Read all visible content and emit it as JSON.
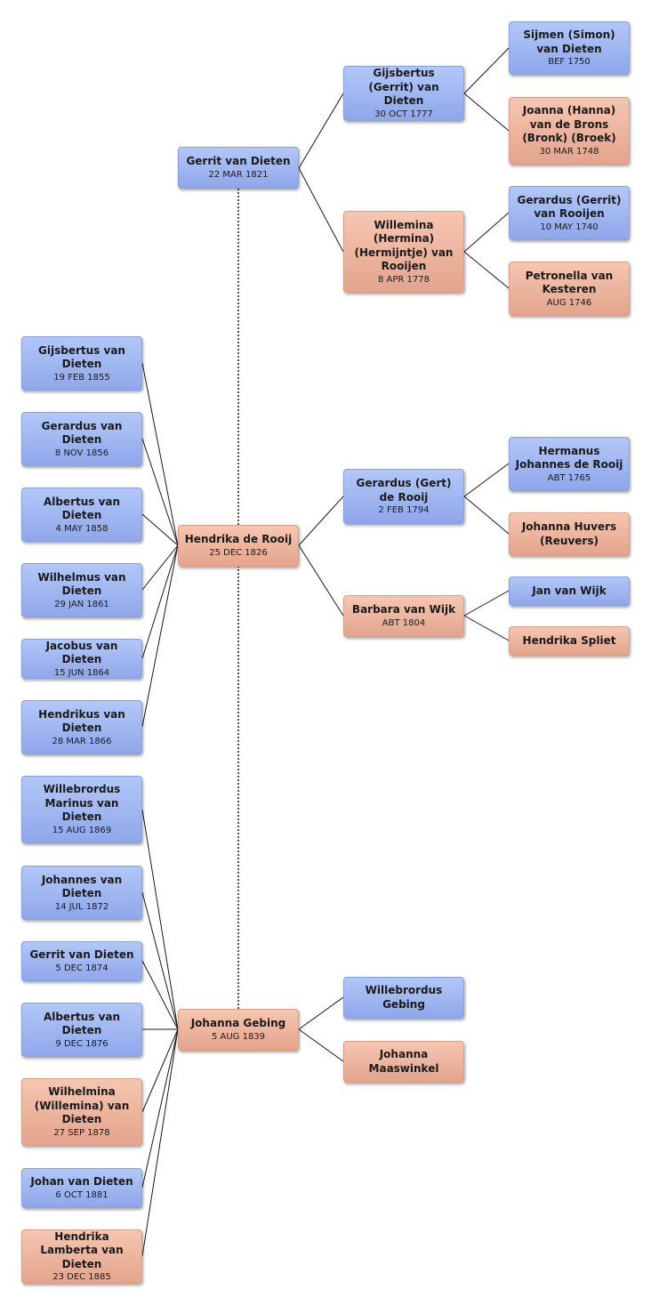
{
  "people": {
    "gerrit_1821": {
      "name": "Gerrit van Dieten",
      "date": "22 MAR 1821"
    },
    "gijsbertus_1777": {
      "name": "Gijsbertus (Gerrit) van Dieten",
      "date": "30 OCT 1777"
    },
    "sijmen": {
      "name": "Sijmen (Simon) van Dieten",
      "date": "BEF 1750"
    },
    "joanna_hanna": {
      "name": "Joanna (Hanna) van de Brons (Bronk) (Broek)",
      "date": "30 MAR 1748"
    },
    "willemina_1778": {
      "name": "Willemina (Hermina) (Hermijntje) van Rooijen",
      "date": "8 APR 1778"
    },
    "gerardus_1740": {
      "name": "Gerardus (Gerrit) van Rooijen",
      "date": "10 MAY 1740"
    },
    "petronella": {
      "name": "Petronella van Kesteren",
      "date": "AUG 1746"
    },
    "hendrika_1826": {
      "name": "Hendrika de Rooij",
      "date": "25 DEC 1826"
    },
    "gerardus_1794": {
      "name": "Gerardus (Gert) de Rooij",
      "date": "2 FEB 1794"
    },
    "hermanus": {
      "name": "Hermanus Johannes de Rooij",
      "date": "ABT 1765"
    },
    "johanna_huvers": {
      "name": "Johanna Huvers (Reuvers)",
      "date": ""
    },
    "barbara": {
      "name": "Barbara van Wijk",
      "date": "ABT 1804"
    },
    "jan_wijk": {
      "name": "Jan van Wijk",
      "date": ""
    },
    "hendrika_spliet": {
      "name": "Hendrika Spliet",
      "date": ""
    },
    "johanna_1839": {
      "name": "Johanna Gebing",
      "date": "5 AUG 1839"
    },
    "willebrordus_gebing": {
      "name": "Willebrordus Gebing",
      "date": ""
    },
    "johanna_maaswinkel": {
      "name": "Johanna Maaswinkel",
      "date": ""
    },
    "c_gijsbertus": {
      "name": "Gijsbertus van Dieten",
      "date": "19 FEB 1855"
    },
    "c_gerardus": {
      "name": "Gerardus van Dieten",
      "date": "8 NOV 1856"
    },
    "c_albertus1": {
      "name": "Albertus van Dieten",
      "date": "4 MAY 1858"
    },
    "c_wilhelmus": {
      "name": "Wilhelmus van Dieten",
      "date": "29 JAN 1861"
    },
    "c_jacobus": {
      "name": "Jacobus van Dieten",
      "date": "15 JUN 1864"
    },
    "c_hendrikus": {
      "name": "Hendrikus van Dieten",
      "date": "28 MAR 1866"
    },
    "c_willebrordus": {
      "name": "Willebrordus Marinus van Dieten",
      "date": "15 AUG 1869"
    },
    "c_johannes": {
      "name": "Johannes van Dieten",
      "date": "14 JUL 1872"
    },
    "c_gerrit": {
      "name": "Gerrit van Dieten",
      "date": "5 DEC 1874"
    },
    "c_albertus2": {
      "name": "Albertus van Dieten",
      "date": "9 DEC 1876"
    },
    "c_wilhelmina": {
      "name": "Wilhelmina (Willemina) van Dieten",
      "date": "27 SEP 1878"
    },
    "c_johan": {
      "name": "Johan van Dieten",
      "date": "6 OCT 1881"
    },
    "c_hendrika": {
      "name": "Hendrika Lamberta van Dieten",
      "date": "23 DEC 1885"
    }
  },
  "colors": {
    "male": "#9cb3f0",
    "female": "#eeb59e",
    "line": "#1a1a1a"
  }
}
